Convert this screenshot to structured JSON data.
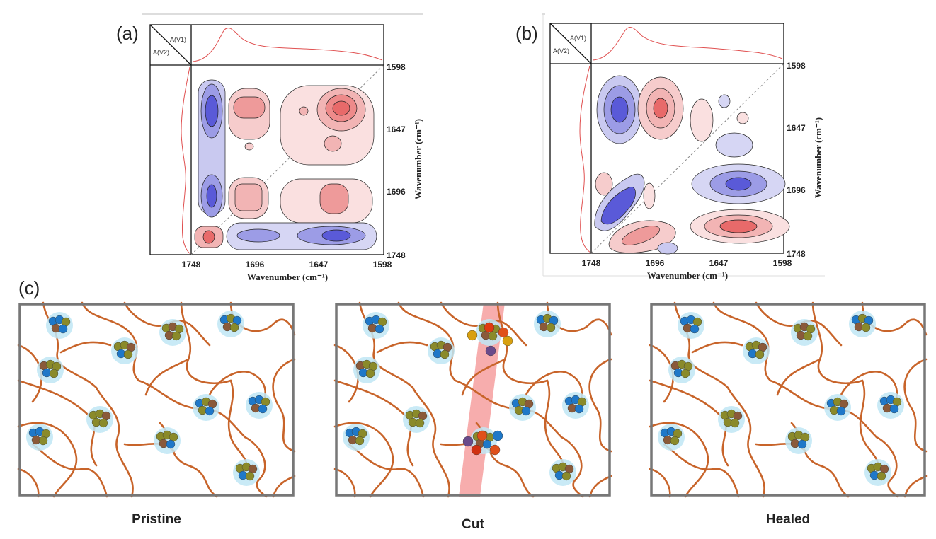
{
  "figure": {
    "panel_labels": {
      "a": "(a)",
      "b": "(b)",
      "c": "(c)"
    },
    "plots": [
      {
        "id": "a",
        "corner_top": "A(V1)",
        "corner_bottom": "A(V2)",
        "x_ticks": [
          "1748",
          "1696",
          "1647",
          "1598"
        ],
        "y_ticks": [
          "1598",
          "1647",
          "1696",
          "1748"
        ],
        "xlabel": "Wavenumber (cm⁻¹)",
        "ylabel": "Wavenumber (cm⁻¹)"
      },
      {
        "id": "b",
        "corner_top": "A(V1)",
        "corner_bottom": "A(V2)",
        "x_ticks": [
          "1748",
          "1696",
          "1647",
          "1598"
        ],
        "y_ticks": [
          "1598",
          "1647",
          "1696",
          "1748"
        ],
        "xlabel": "Wavenumber (cm⁻¹)",
        "ylabel": "Wavenumber (cm⁻¹)"
      }
    ],
    "schematics": [
      {
        "id": "pristine",
        "caption": "Pristine"
      },
      {
        "id": "cut",
        "caption": "Cut"
      },
      {
        "id": "healed",
        "caption": "Healed"
      }
    ],
    "colors": {
      "positive_contour": "#e86a6a",
      "negative_contour": "#5a5ad8",
      "polymer_chain": "#c8642a",
      "cut_band": "#f48a8a",
      "bead_blue": "#1f78c8",
      "bead_olive": "#8a8a2a",
      "bead_brown": "#8a5a3a",
      "halo": "#bfe6f5"
    }
  }
}
